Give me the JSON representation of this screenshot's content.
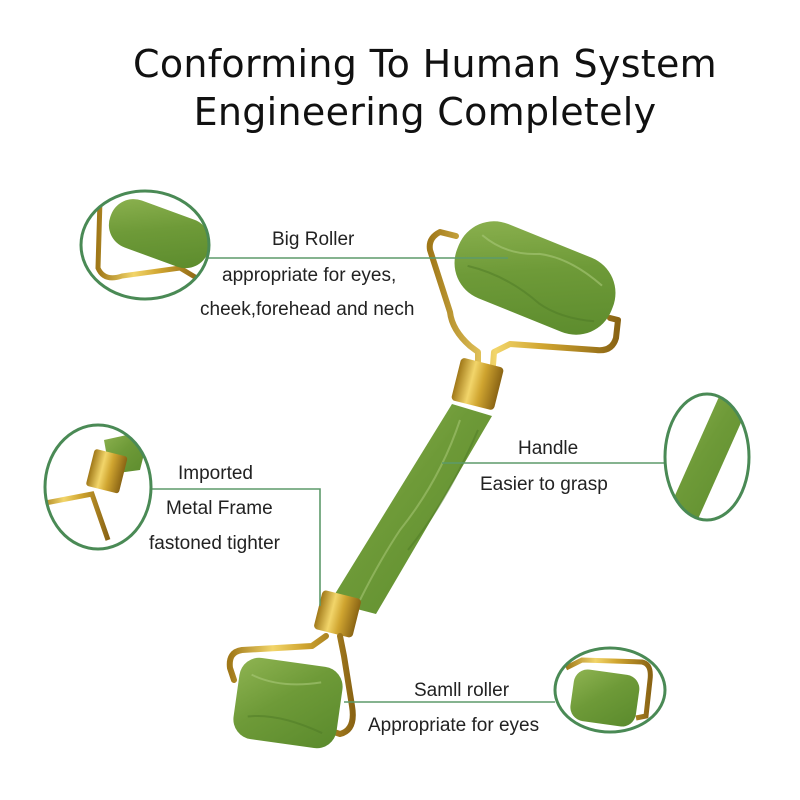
{
  "title": {
    "line1": "Conforming To Human System",
    "line2": "Engineering Completely"
  },
  "callouts": {
    "big_roller": {
      "line1": "Big Roller",
      "line2": "appropriate for eyes,",
      "line3": "cheek,forehead and nech"
    },
    "metal_frame": {
      "line1": "Imported",
      "line2": "Metal Frame",
      "line3": "fastoned tighter"
    },
    "handle": {
      "line1": "Handle",
      "line2": "Easier to grasp"
    },
    "small_roller": {
      "line1": "Samll roller",
      "line2": "Appropriate for eyes"
    }
  },
  "colors": {
    "jade": "#7aa040",
    "jade_dark": "#4e7a26",
    "gold": "#d8b040",
    "callout_ring": "#4a8a55"
  }
}
